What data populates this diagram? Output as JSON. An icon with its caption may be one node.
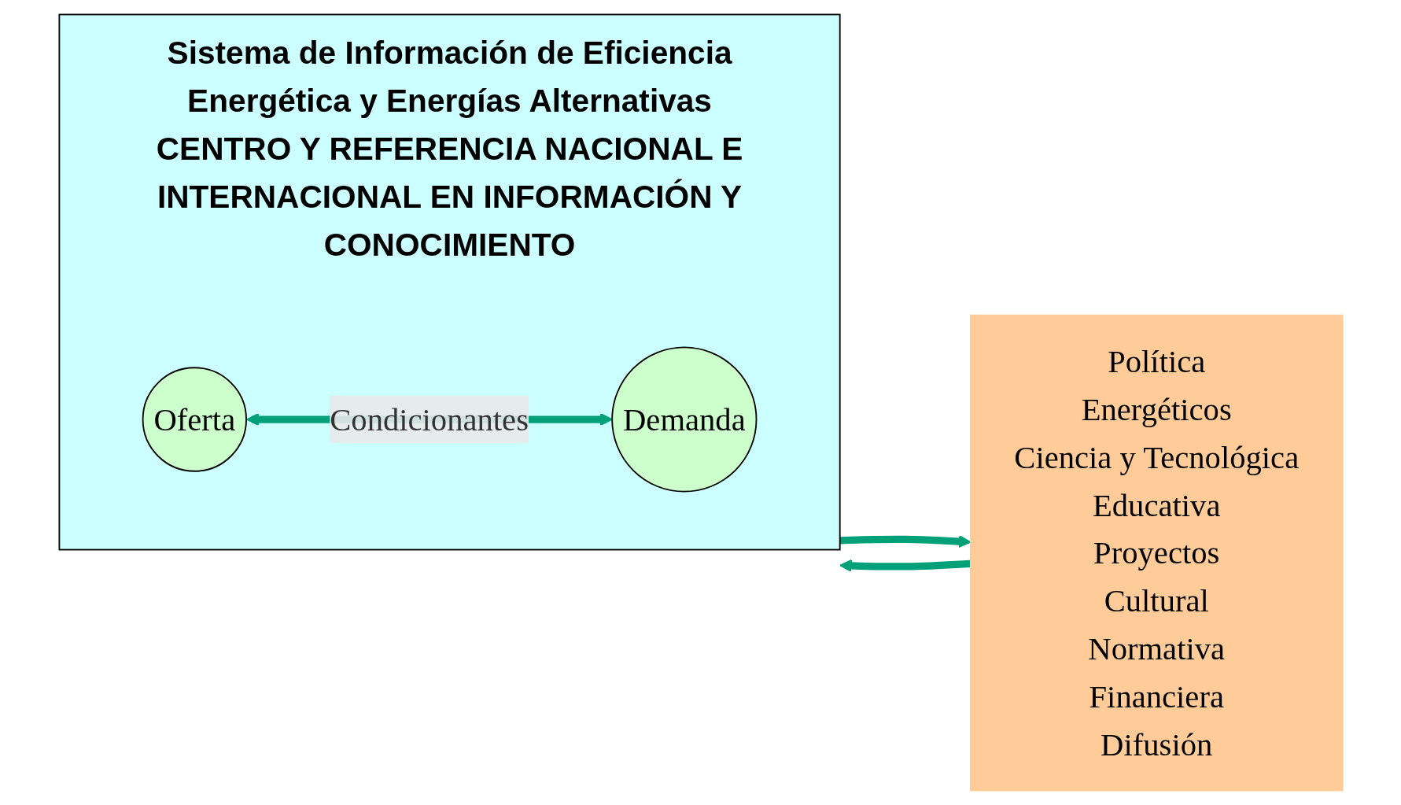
{
  "diagram": {
    "nodes": [
      {
        "text": [
          "Sistema de Información de Eficiencia Energética y Energías Alternativas",
          "CENTRO Y REFERENCIA NACIONAL E INTERNACIONAL EN INFORMACIÓN Y CONOCIMIENTO"
        ]
      },
      {
        "text": [
          "Oferta"
        ],
        "in": 0
      },
      {
        "text": [
          "Demanda"
        ],
        "in": 0
      },
      {
        "text": [
          "Política",
          "Energéticos",
          "Ciencia y Tecnológica",
          "Educativa",
          "Proyectos",
          "Cultural",
          "Normativa",
          "Financiera",
          "Difusión"
        ]
      }
    ],
    "edges": [
      {
        "from": 1,
        "to": 2,
        "arrow": "both",
        "label": "Condicionantes"
      },
      {
        "from": 0,
        "to": 3,
        "arrow": "to"
      },
      {
        "from": 3,
        "to": 0,
        "arrow": "to"
      }
    ]
  }
}
